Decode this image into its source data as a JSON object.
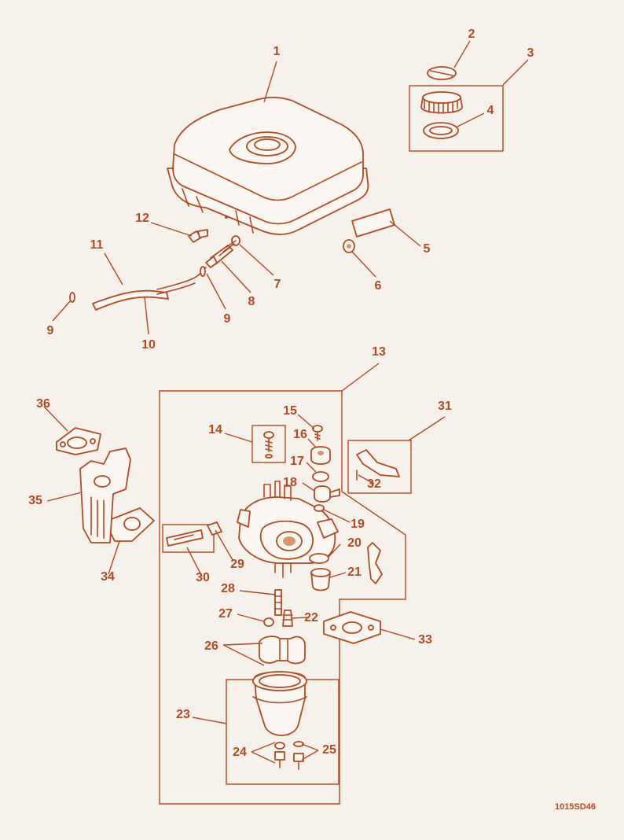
{
  "drawing_code": "1015SD46",
  "callouts": [
    "1",
    "2",
    "3",
    "4",
    "5",
    "6",
    "7",
    "8",
    "9",
    "10",
    "11",
    "12",
    "13",
    "14",
    "15",
    "16",
    "17",
    "18",
    "19",
    "20",
    "21",
    "22",
    "23",
    "24",
    "25",
    "26",
    "27",
    "28",
    "29",
    "30",
    "31",
    "32",
    "33",
    "34",
    "35",
    "36"
  ],
  "callout_duplicate": "9",
  "accent_color": "#b04a22"
}
